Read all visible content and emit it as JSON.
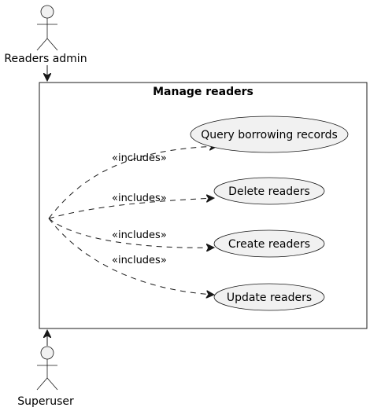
{
  "diagram": {
    "type": "uml-use-case",
    "boundary": {
      "title": "Manage readers"
    },
    "actors": [
      {
        "id": "readers-admin",
        "label": "Readers admin"
      },
      {
        "id": "superuser",
        "label": "Superuser"
      }
    ],
    "use_cases": [
      {
        "id": "query",
        "label": "Query borrowing records",
        "relation": "«includes»"
      },
      {
        "id": "delete",
        "label": "Delete readers",
        "relation": "«includes»"
      },
      {
        "id": "create",
        "label": "Create readers",
        "relation": "«includes»"
      },
      {
        "id": "update",
        "label": "Update readers",
        "relation": "«includes»"
      }
    ],
    "colors": {
      "line": "#181818",
      "shape_fill": "#f1f1f1",
      "background": "#ffffff",
      "text": "#000000"
    }
  }
}
